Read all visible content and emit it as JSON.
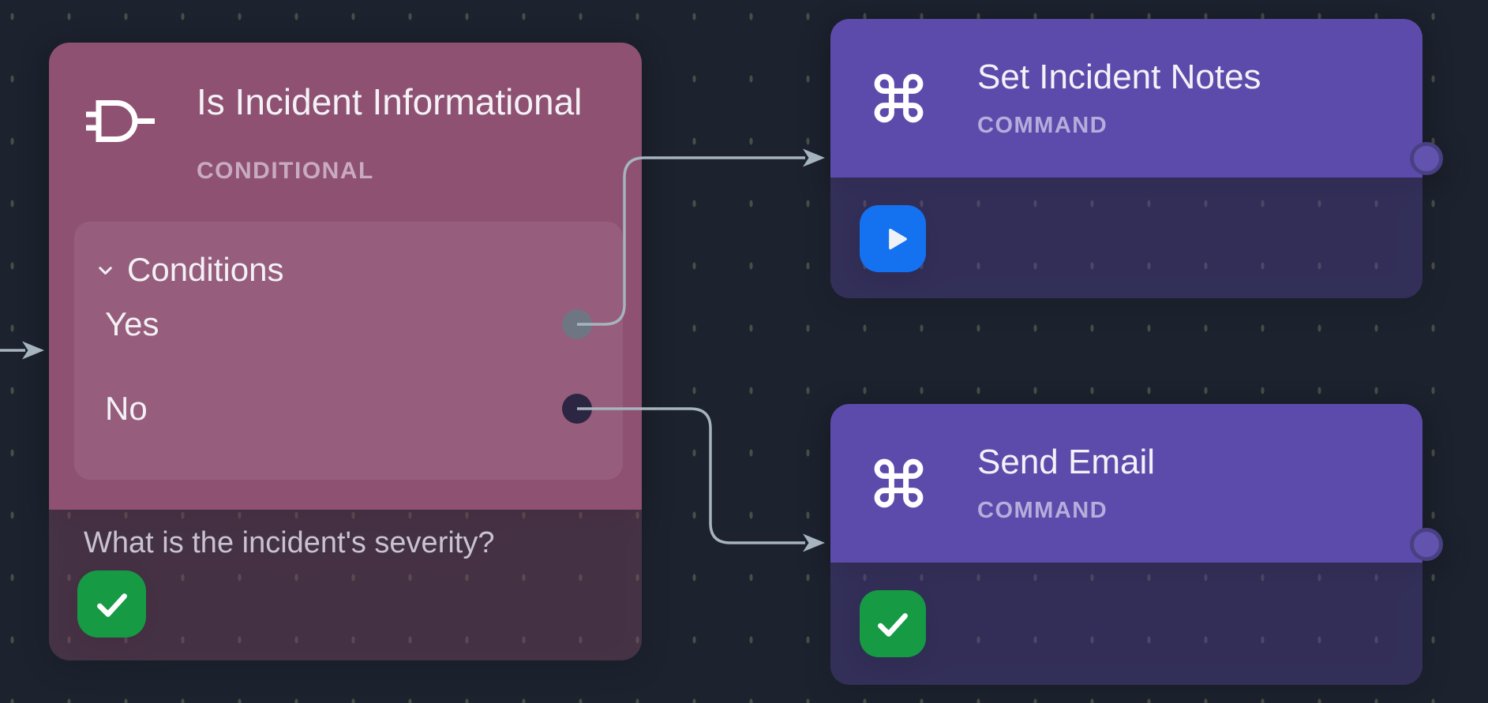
{
  "app": {
    "view": "workflow-builder-canvas"
  },
  "conditional_node": {
    "title": "Is Incident Informational",
    "type_label": "CONDITIONAL",
    "conditions": {
      "header_label": "Conditions",
      "branches": [
        {
          "label": "Yes"
        },
        {
          "label": "No"
        }
      ]
    },
    "question": "What is the incident's severity?",
    "status_icon": "check"
  },
  "command_nodes": [
    {
      "title": "Set Incident Notes",
      "type_label": "COMMAND",
      "status_icon": "play"
    },
    {
      "title": "Send Email",
      "type_label": "COMMAND",
      "status_icon": "check"
    }
  ],
  "colors": {
    "canvas_background": "#1c222e",
    "grid_dash": "#4a4d47",
    "conditional_accent": "#8e5172",
    "command_accent": "#5d4bac",
    "success_green": "#169a44",
    "play_blue": "#1471f0",
    "edge_line": "#a6b4bf",
    "yes_dot": "#6f7683",
    "no_dot": "#2d2642",
    "title_text": "#f4f2f7"
  }
}
